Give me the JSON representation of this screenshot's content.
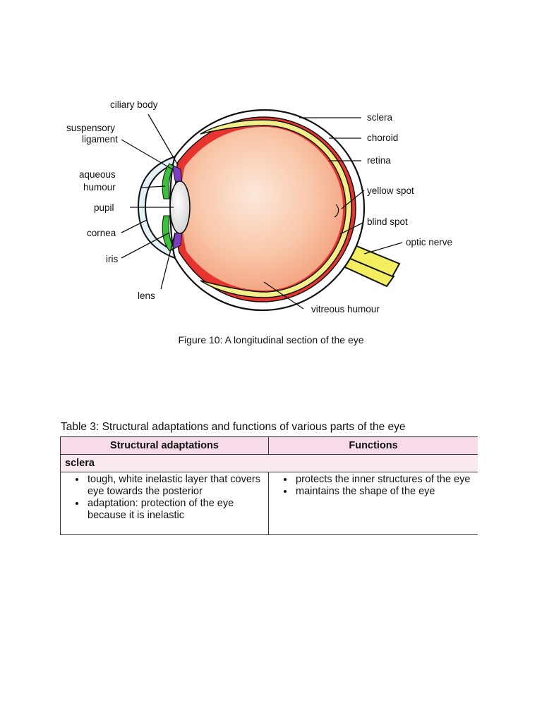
{
  "figure": {
    "labels": {
      "ciliary_body": "ciliary body",
      "suspensory_1": "suspensory",
      "suspensory_2": "ligament",
      "aqueous_1": "aqueous",
      "aqueous_2": "humour",
      "pupil": "pupil",
      "cornea": "cornea",
      "iris": "iris",
      "lens": "lens",
      "sclera": "sclera",
      "choroid": "choroid",
      "retina": "retina",
      "yellow_spot": "yellow spot",
      "blind_spot": "blind spot",
      "optic_nerve": "optic nerve",
      "vitreous_humour": "vitreous humour"
    },
    "caption": "Figure 10: A longitudinal section of the eye",
    "colors": {
      "choroid": "#e8342f",
      "retina": "#f2ee8a",
      "vitreous_center": "#fbe3d4",
      "vitreous_edge": "#f4a784",
      "ciliary": "#7b3fc4",
      "iris": "#39c13c",
      "cornea_fill": "#e4f1f7"
    }
  },
  "table": {
    "title": "Table 3: Structural adaptations and functions of various parts of the eye",
    "headers": [
      "Structural adaptations",
      "Functions"
    ],
    "section": "sclera",
    "adaptations": [
      "tough, white inelastic layer that covers eye towards the posterior",
      "adaptation: protection of the eye because it is inelastic"
    ],
    "functions": [
      "protects the inner structures of the eye",
      "maintains the shape of the eye"
    ]
  }
}
